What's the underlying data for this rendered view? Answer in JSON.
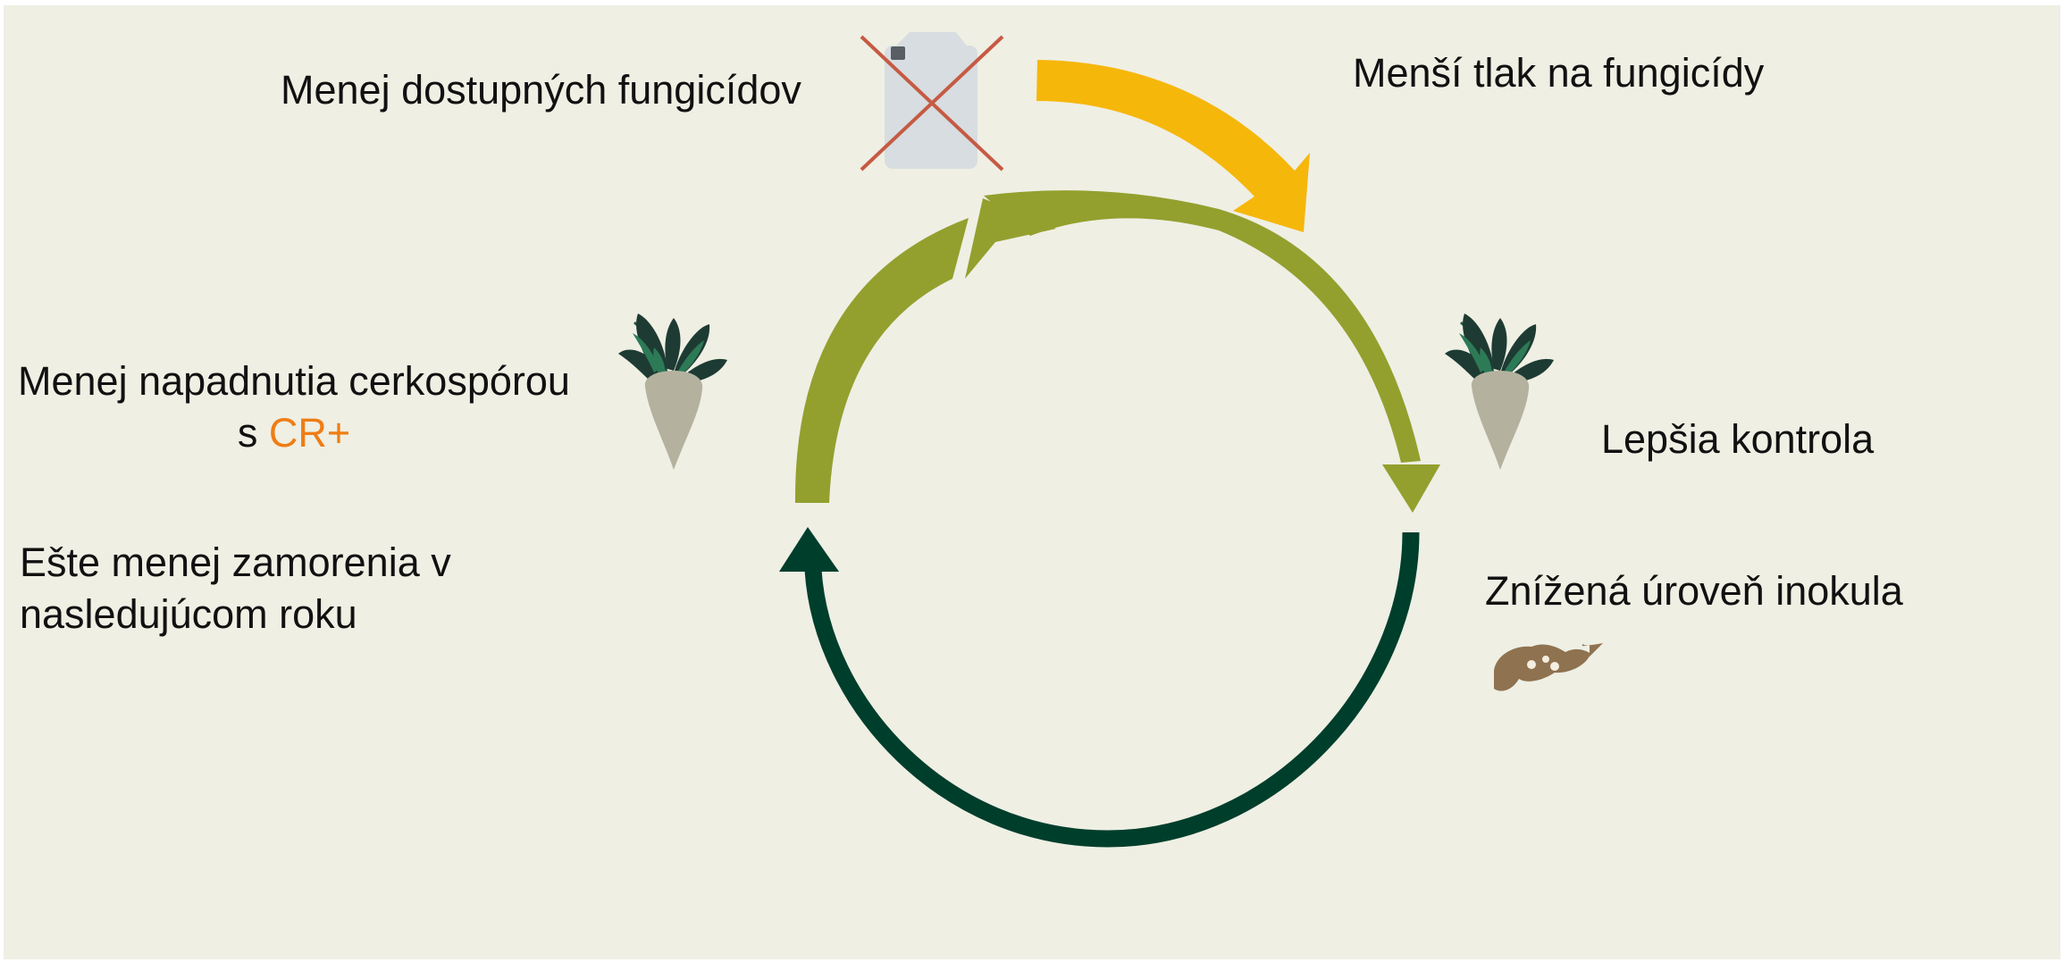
{
  "labels": {
    "fewer_fungicides": "Menej dostupných fungicídov",
    "less_pressure": "Menší tlak na fungicídy",
    "less_infection_line1": "Menej napadnutia cerkospórou",
    "less_infection_prefix": "s ",
    "less_infection_highlight": "CR+",
    "better_control": "Lepšia kontrola",
    "reduced_inoculum": "Znížená úroveň inokula",
    "even_less_line1": "Ešte menej zamorenia v",
    "even_less_line2": "nasledujúcom roku"
  },
  "colors": {
    "background": "#efefe4",
    "olive_arrow": "#93a02e",
    "dark_green_arrow": "#003e2c",
    "yellow_arrow": "#f6b70b",
    "highlight_text": "#ef7d14",
    "beet_body": "#b4b29e",
    "leaf_dark": "#1e3b33",
    "leaf_green": "#2d7a57",
    "soil": "#8f7250",
    "cross": "#c65a44",
    "canister": "#d7dde0"
  },
  "icons": [
    "crossed-canister-icon",
    "sugar-beet-icon",
    "sugar-beet-icon",
    "soil-clod-icon"
  ]
}
